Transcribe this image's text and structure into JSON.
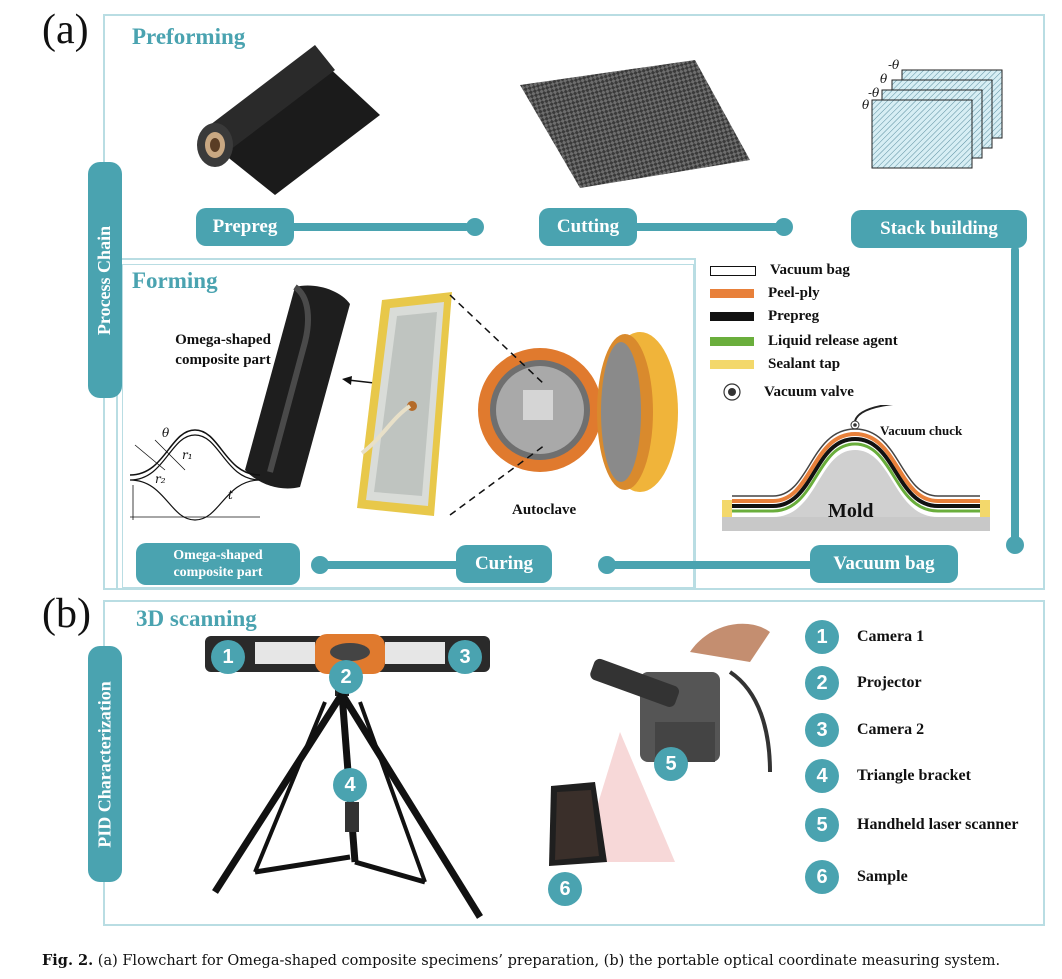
{
  "panel_a": {
    "letter": "(a)",
    "side_label": "Process Chain",
    "preforming_title": "Preforming",
    "forming_title": "Forming",
    "steps": {
      "prepreg": "Prepreg",
      "cutting": "Cutting",
      "stack_building": "Stack building",
      "vacuum_bag": "Vacuum bag",
      "curing": "Curing",
      "omega_part": "Omega-shaped composite part"
    },
    "ply_angles": [
      "-θ",
      "θ",
      "-θ",
      "θ"
    ],
    "omega_label": "Omega-shaped composite part",
    "autoclave_label": "Autoclave",
    "geometry_labels": [
      "θ",
      "r₁",
      "r₂",
      "t"
    ],
    "legend": [
      {
        "label": "Vacuum bag",
        "color": "#ffffff"
      },
      {
        "label": "Peel-ply",
        "color": "#e8803a"
      },
      {
        "label": "Prepreg",
        "color": "#111111"
      },
      {
        "label": "Liquid release agent",
        "color": "#6aae3c"
      },
      {
        "label": "Sealant tap",
        "color": "#f3d86b"
      },
      {
        "label": "Vacuum valve",
        "color": "#333333"
      }
    ],
    "vacuum_chuck_label": "Vacuum chuck",
    "mold_label": "Mold"
  },
  "panel_b": {
    "letter": "(b)",
    "side_label": "PID Characterization",
    "title": "3D scanning",
    "components": [
      {
        "num": "1",
        "label": "Camera 1"
      },
      {
        "num": "2",
        "label": "Projector"
      },
      {
        "num": "3",
        "label": "Camera 2"
      },
      {
        "num": "4",
        "label": "Triangle bracket"
      },
      {
        "num": "5",
        "label": "Handheld laser scanner"
      },
      {
        "num": "6",
        "label": "Sample"
      }
    ]
  },
  "caption": {
    "prefix": "Fig. 2.",
    "text": " (a) Flowchart for Omega-shaped composite specimens’ preparation, (b) the portable optical coordinate measuring system."
  },
  "colors": {
    "accent": "#4aa3b0",
    "border": "#b9dde3"
  }
}
